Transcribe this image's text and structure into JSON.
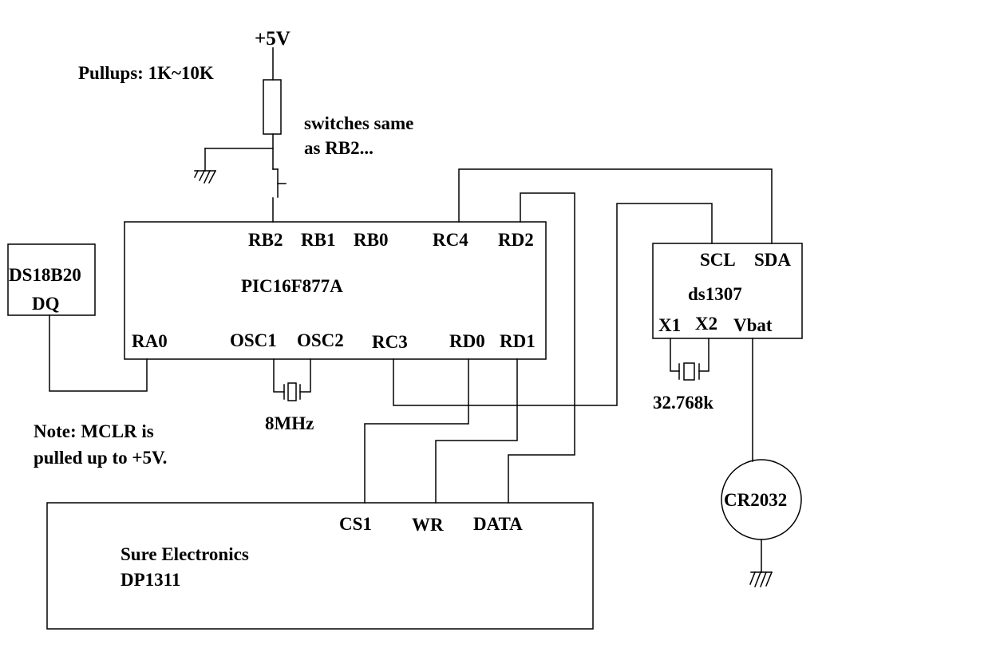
{
  "power": {
    "vcc_label": "+5V"
  },
  "notes": {
    "pullups": "Pullups: 1K~10K",
    "switches_line1": "switches same",
    "switches_line2": "as RB2...",
    "mclr_line1": "Note: MCLR is",
    "mclr_line2": "pulled up to +5V."
  },
  "mcu": {
    "name": "PIC16F877A",
    "pins": {
      "rb2": "RB2",
      "rb1": "RB1",
      "rb0": "RB0",
      "rc4": "RC4",
      "rd2": "RD2",
      "ra0": "RA0",
      "osc1": "OSC1",
      "osc2": "OSC2",
      "rc3": "RC3",
      "rd0": "RD0",
      "rd1": "RD1"
    }
  },
  "sensor": {
    "name": "DS18B20",
    "pin": "DQ"
  },
  "rtc": {
    "name": "ds1307",
    "pins": {
      "scl": "SCL",
      "sda": "SDA",
      "x1": "X1",
      "x2": "X2",
      "vbat": "Vbat"
    }
  },
  "crystals": {
    "main": "8MHz",
    "rtc": "32.768k"
  },
  "battery": {
    "name": "CR2032"
  },
  "display": {
    "maker": "Sure Electronics",
    "model": "DP1311",
    "pins": {
      "cs1": "CS1",
      "wr": "WR",
      "data": "DATA"
    }
  }
}
